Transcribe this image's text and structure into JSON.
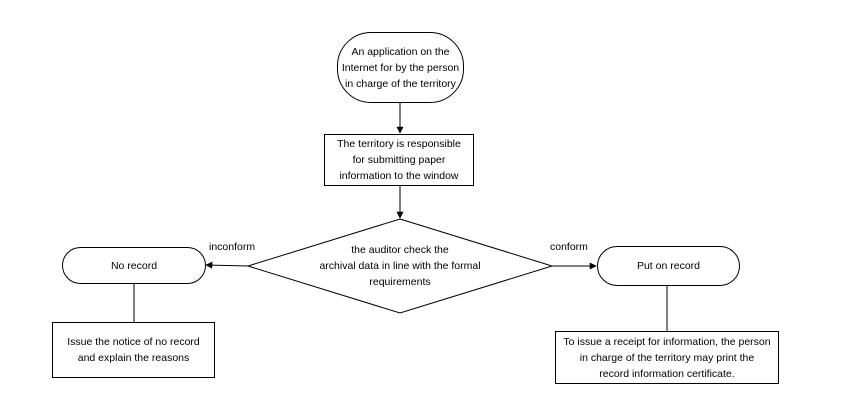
{
  "start": {
    "lines": [
      "An application on the",
      "Internet for by the person",
      "in charge of the territory"
    ]
  },
  "submit": {
    "lines": [
      "The territory is responsible",
      "for submitting paper",
      "information to the window"
    ]
  },
  "decision": {
    "lines": [
      "the auditor check the",
      "archival data in line with the formal",
      "requirements"
    ]
  },
  "no_record": {
    "label": "No record"
  },
  "put_on_record": {
    "label": "Put on record"
  },
  "issue_notice": {
    "lines": [
      "Issue the notice of no record",
      "and explain the reasons"
    ]
  },
  "issue_receipt": {
    "lines": [
      "To issue a receipt for information, the person",
      "in charge of the territory may print the",
      "record information certificate."
    ]
  },
  "edges": {
    "inconform": "inconform",
    "conform": "conform"
  }
}
